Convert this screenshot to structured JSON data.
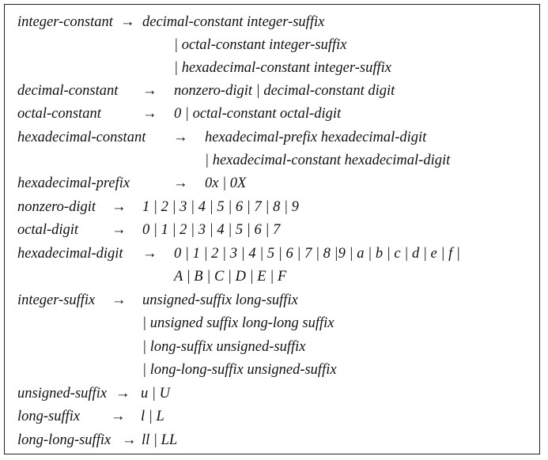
{
  "grammar": {
    "integer_constant": {
      "lhs": "integer-constant",
      "arrow": "→",
      "rhs": [
        "decimal-constant integer-suffix",
        "| octal-constant integer-suffix",
        "| hexadecimal-constant integer-suffix"
      ]
    },
    "decimal_constant": {
      "lhs": "decimal-constant",
      "arrow": "→",
      "rhs": "nonzero-digit | decimal-constant digit"
    },
    "octal_constant": {
      "lhs": "octal-constant",
      "arrow": "→",
      "rhs": "0 | octal-constant octal-digit"
    },
    "hexadecimal_constant": {
      "lhs": "hexadecimal-constant",
      "arrow": "→",
      "rhs": [
        "hexadecimal-prefix hexadecimal-digit",
        "| hexadecimal-constant hexadecimal-digit"
      ]
    },
    "hexadecimal_prefix": {
      "lhs": "hexadecimal-prefix",
      "arrow": "→",
      "rhs": "0x | 0X"
    },
    "nonzero_digit": {
      "lhs": "nonzero-digit",
      "arrow": "→",
      "rhs": "1 | 2 | 3 | 4 | 5 | 6 | 7 | 8 | 9"
    },
    "octal_digit": {
      "lhs": "octal-digit",
      "arrow": "→",
      "rhs": "0 | 1 | 2 | 3 | 4 | 5 | 6 | 7"
    },
    "hexadecimal_digit": {
      "lhs": "hexadecimal-digit",
      "arrow": "→",
      "rhs": [
        "0 | 1 | 2 | 3 | 4 | 5 | 6 | 7 | 8 |9 | a | b | c | d | e | f |",
        "A | B | C | D | E | F"
      ]
    },
    "integer_suffix": {
      "lhs": "integer-suffix",
      "arrow": "→",
      "rhs": [
        "unsigned-suffix long-suffix",
        "| unsigned suffix long-long suffix",
        "| long-suffix unsigned-suffix",
        "| long-long-suffix unsigned-suffix"
      ]
    },
    "unsigned_suffix": {
      "lhs": "unsigned-suffix",
      "arrow": "→",
      "rhs": "u | U"
    },
    "long_suffix": {
      "lhs": "long-suffix",
      "arrow": "→",
      "rhs": "l | L"
    },
    "long_long_suffix": {
      "lhs": "long-long-suffix",
      "arrow": "→",
      "rhs": "ll | LL"
    }
  }
}
